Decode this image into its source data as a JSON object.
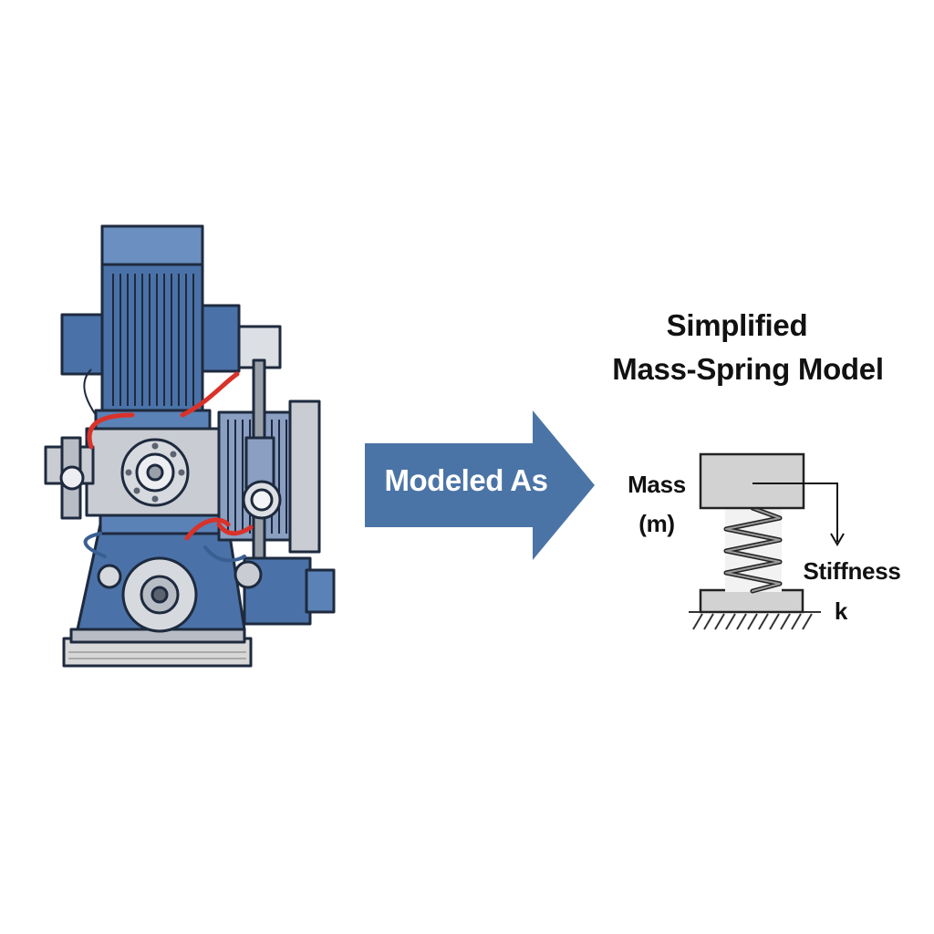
{
  "machine": {
    "icon": "industrial-pump-motor-icon",
    "body_color": "#4a72a8",
    "outline_color": "#1e2a3e",
    "pipe_color": "#d9322a",
    "steel_color": "#c9ccd2"
  },
  "transition": {
    "label": "Modeled As",
    "arrow_color": "#4b74a6"
  },
  "model": {
    "title_line1": "Simplified",
    "title_line2": "Mass-Spring Model",
    "mass_label_line1": "Mass",
    "mass_label_line2": "(m)",
    "stiffness_label_line1": "Stiffness",
    "stiffness_label_line2": "k",
    "block_color": "#d2d2d2"
  }
}
